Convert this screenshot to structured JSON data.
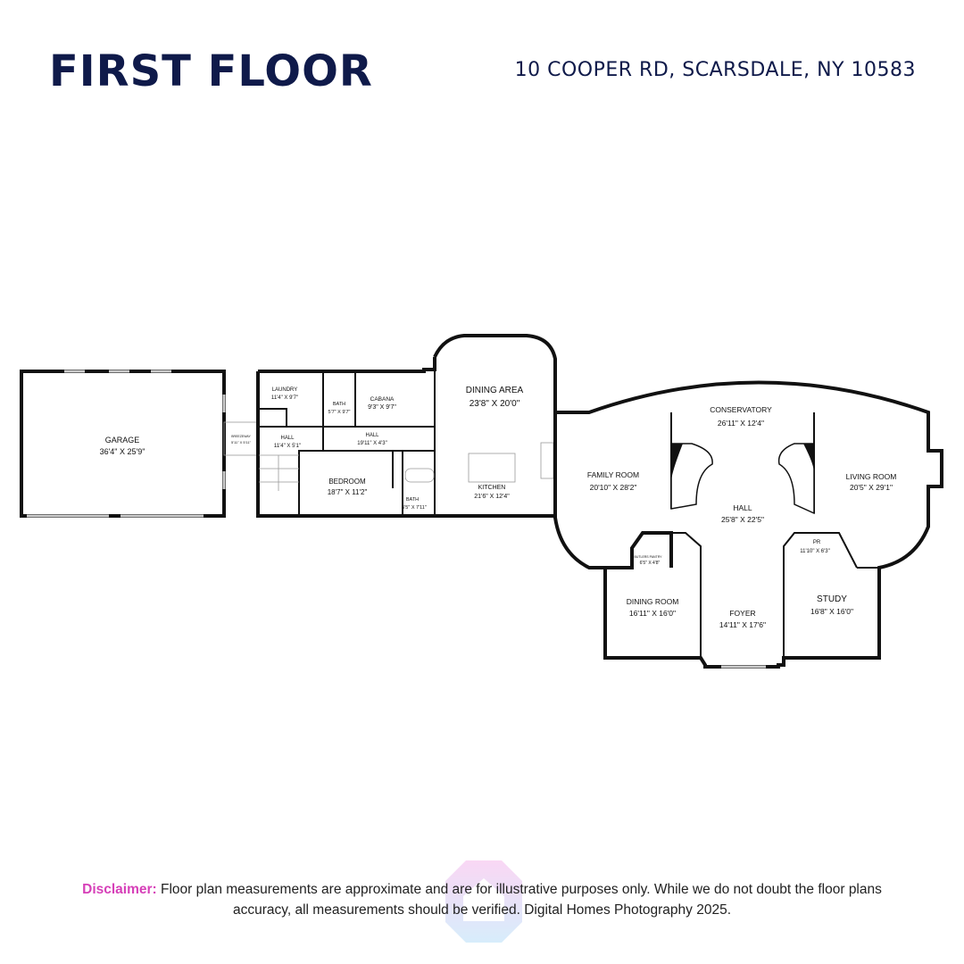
{
  "header": {
    "title": "FIRST FLOOR",
    "address": "10 COOPER RD, SCARSDALE, NY 10583"
  },
  "rooms": [
    {
      "name": "GARAGE",
      "size": "36'4\" X 25'9\""
    },
    {
      "name": "BREEZEWAY",
      "size": "5'11\" X 5'11\""
    },
    {
      "name": "LAUNDRY",
      "size": "11'4\" X 9'7\""
    },
    {
      "name": "BATH",
      "size": "5'7\" X 9'7\""
    },
    {
      "name": "CABANA",
      "size": "9'3\" X 9'7\""
    },
    {
      "name": "HALL",
      "size": "11'4\" X 5'1\""
    },
    {
      "name": "HALL",
      "size": "19'11\" X 4'3\""
    },
    {
      "name": "BEDROOM",
      "size": "18'7\" X 11'2\""
    },
    {
      "name": "BATH",
      "size": "5'5\" X 7'11\""
    },
    {
      "name": "DINING AREA",
      "size": "23'8\" X 20'0\""
    },
    {
      "name": "KITCHEN",
      "size": "21'6\" X 12'4\""
    },
    {
      "name": "FAMILY ROOM",
      "size": "20'10\" X 28'2\""
    },
    {
      "name": "CONSERVATORY",
      "size": "26'11\" X 12'4\""
    },
    {
      "name": "HALL",
      "size": "25'8\" X 22'5\""
    },
    {
      "name": "LIVING ROOM",
      "size": "20'5\" X 29'1\""
    },
    {
      "name": "BUTLERS PANTRY",
      "size": "6'5\" X 4'8\""
    },
    {
      "name": "PR",
      "size": "11'10\" X 6'3\""
    },
    {
      "name": "DINING ROOM",
      "size": "16'11\" X 16'0\""
    },
    {
      "name": "FOYER",
      "size": "14'11\" X 17'6\""
    },
    {
      "name": "STUDY",
      "size": "16'8\" X 16'0\""
    }
  ],
  "footer": {
    "disclaimer_label": "Disclaimer:",
    "disclaimer_text": " Floor plan measurements are approximate and are for illustrative purposes only. While we do not doubt the floor plans accuracy, all measurements should be verified. Digital Homes Photography 2025."
  },
  "logo": {
    "icon": "house-octagon-logo",
    "colors": [
      "#f3a8e8",
      "#a8d8f8"
    ]
  },
  "colors": {
    "title": "#0f1a4a",
    "disclaimer_label": "#d63fb8",
    "walls": "#111111"
  }
}
